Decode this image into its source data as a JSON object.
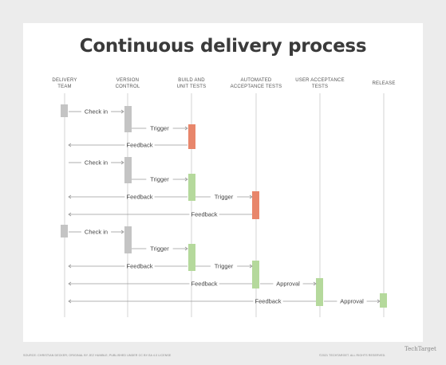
{
  "title": "Continuous delivery process",
  "columns": [
    {
      "line1": "Delivery",
      "line2": "team"
    },
    {
      "line1": "Version",
      "line2": "control"
    },
    {
      "line1": "Build and",
      "line2": "unit tests"
    },
    {
      "line1": "Automated",
      "line2": "acceptance tests"
    },
    {
      "line1": "User acceptance",
      "line2": "tests"
    },
    {
      "line1": "Release",
      "line2": ""
    }
  ],
  "colors": {
    "gray": "#c4c4c4",
    "orange": "#e8866b",
    "green": "#b5d99c",
    "arrow": "#9a9a9a"
  },
  "messages": [
    {
      "label": "Check in",
      "from": 0,
      "to": 1,
      "group": 1
    },
    {
      "label": "Trigger",
      "from": 1,
      "to": 2,
      "group": 1
    },
    {
      "label": "Feedback",
      "from": 2,
      "to": 0,
      "group": 1
    },
    {
      "label": "Check in",
      "from": 0,
      "to": 1,
      "group": 2
    },
    {
      "label": "Trigger",
      "from": 1,
      "to": 2,
      "group": 2
    },
    {
      "label": "Feedback",
      "from": 2,
      "to": 0,
      "group": 2
    },
    {
      "label": "Trigger",
      "from": 2,
      "to": 3,
      "group": 2
    },
    {
      "label": "Feedback",
      "from": 3,
      "to": 0,
      "group": 2
    },
    {
      "label": "Check in",
      "from": 0,
      "to": 1,
      "group": 3
    },
    {
      "label": "Trigger",
      "from": 1,
      "to": 2,
      "group": 3
    },
    {
      "label": "Feedback",
      "from": 2,
      "to": 0,
      "group": 3
    },
    {
      "label": "Trigger",
      "from": 2,
      "to": 3,
      "group": 3
    },
    {
      "label": "Feedback",
      "from": 3,
      "to": 0,
      "group": 3
    },
    {
      "label": "Approval",
      "from": 3,
      "to": 4,
      "group": 3
    },
    {
      "label": "Feedback",
      "from": 4,
      "to": 0,
      "group": 3
    },
    {
      "label": "Approval",
      "from": 4,
      "to": 5,
      "group": 3
    }
  ],
  "activations": [
    {
      "lane": 0,
      "color": "gray"
    },
    {
      "lane": 1,
      "color": "gray"
    },
    {
      "lane": 2,
      "color": "orange"
    },
    {
      "lane": 1,
      "color": "gray"
    },
    {
      "lane": 2,
      "color": "green"
    },
    {
      "lane": 3,
      "color": "orange"
    },
    {
      "lane": 0,
      "color": "gray"
    },
    {
      "lane": 1,
      "color": "gray"
    },
    {
      "lane": 2,
      "color": "green"
    },
    {
      "lane": 3,
      "color": "green"
    },
    {
      "lane": 4,
      "color": "green"
    },
    {
      "lane": 5,
      "color": "green"
    }
  ],
  "footer": {
    "source": "Source: Christian Decker; original by Jez Humble; published under CC BY-SA 4.0 license",
    "copyright": "©2021 TechTarget. All rights reserved.",
    "logo": "TechTarget"
  }
}
